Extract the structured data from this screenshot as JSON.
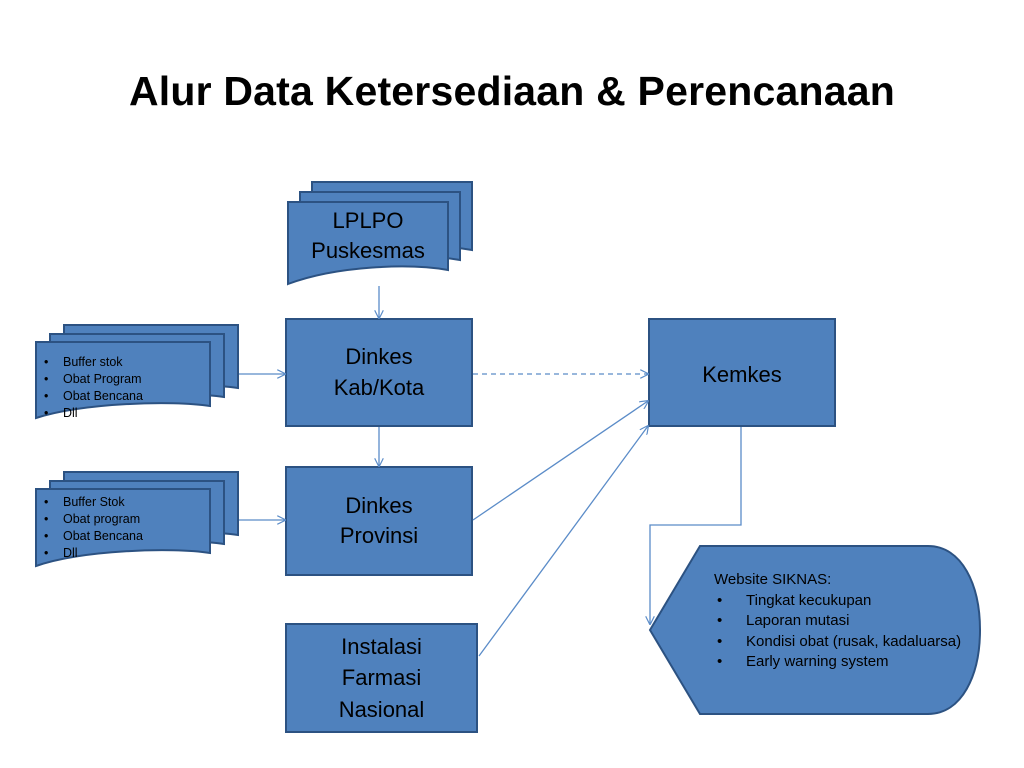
{
  "title": "Alur Data Ketersediaan & Perencanaan",
  "colors": {
    "box_fill": "#4f81bd",
    "box_stroke": "#2c5282",
    "arrow": "#5b8cc8"
  },
  "nodes": {
    "lplpo": {
      "label": "LPLPO\nPuskesmas"
    },
    "dinkes_kab": {
      "label": "Dinkes\nKab/Kota"
    },
    "dinkes_prov": {
      "label": "Dinkes\nProvinsi"
    },
    "ifn": {
      "label": "Instalasi\nFarmasi\nNasional"
    },
    "kemkes": {
      "label": "Kemkes"
    }
  },
  "doc_kab": {
    "items": [
      "Buffer stok",
      "Obat Program",
      "Obat Bencana",
      "Dll"
    ]
  },
  "doc_prov": {
    "items": [
      "Buffer Stok",
      "Obat program",
      "Obat Bencana",
      "Dll"
    ]
  },
  "siknas": {
    "heading": "Website SIKNAS:",
    "items": [
      "Tingkat kecukupan",
      "Laporan mutasi",
      "Kondisi obat (rusak, kadaluarsa)",
      "Early warning system"
    ]
  }
}
